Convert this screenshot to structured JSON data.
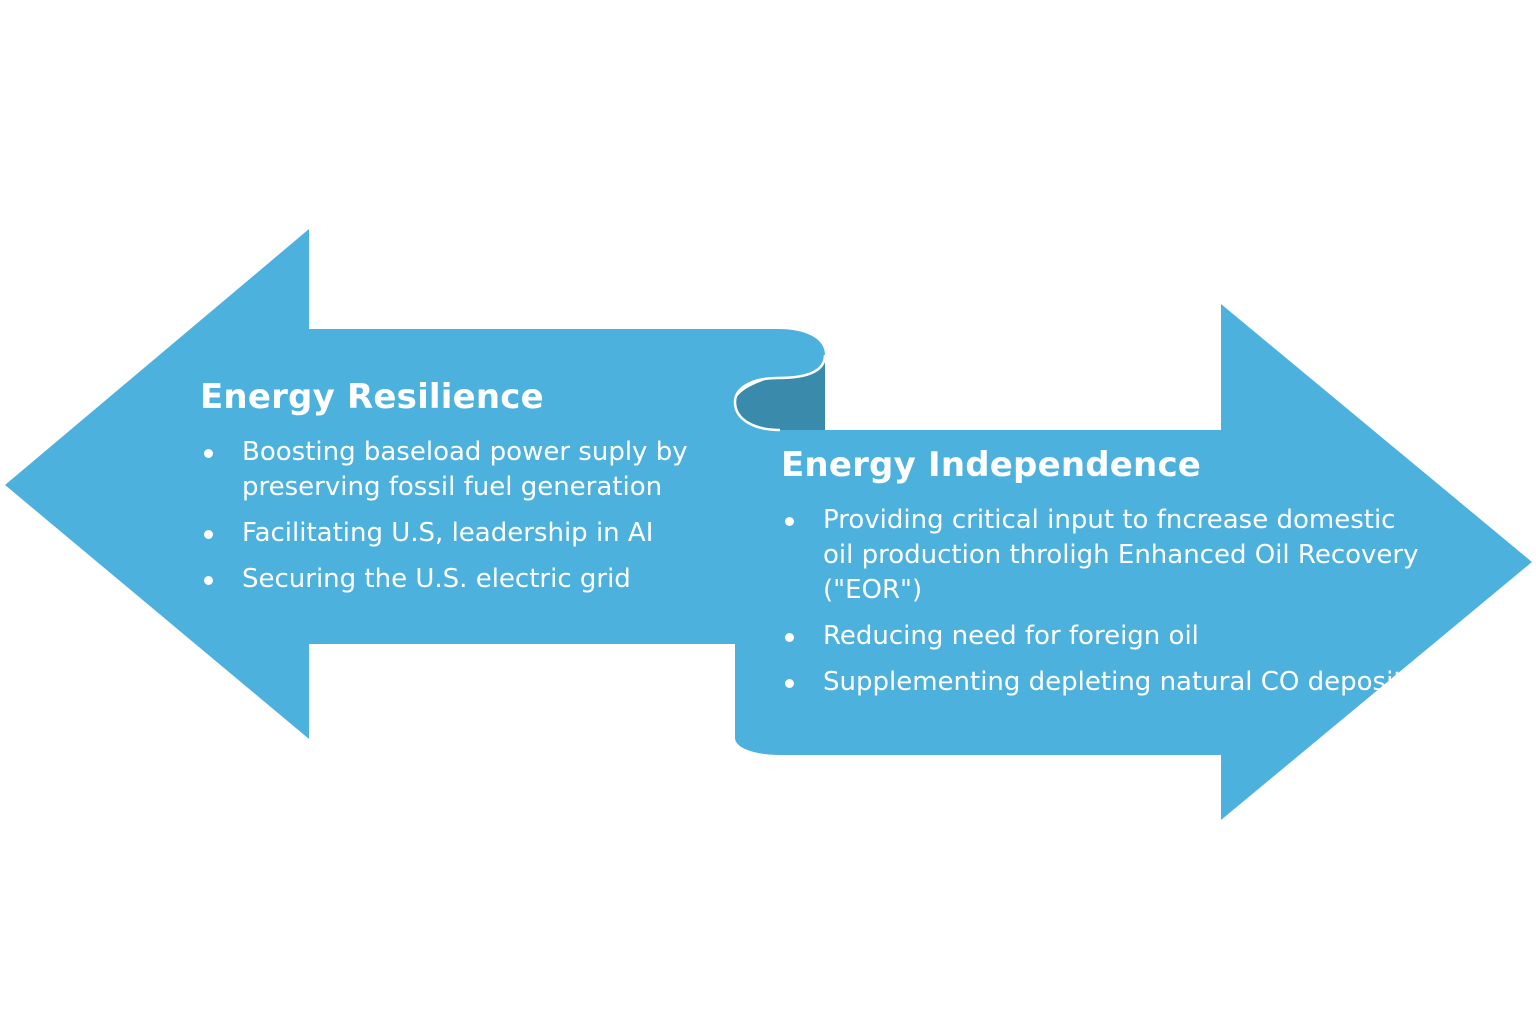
{
  "colors": {
    "arrow_fill": "#4db1de",
    "fold_shadow": "#3a8aab",
    "outline": "#ffffff",
    "text": "#ffffff"
  },
  "resilience": {
    "title": "Energy Resilience",
    "bullets": [
      "Boosting baseload power suply by preserving fossil fuel generation",
      "Facilitating U.S, leadership in AI",
      "Securing the U.S. electric grid"
    ]
  },
  "independence": {
    "title": "Energy Independence",
    "bullets": [
      "Providing critical input to fncrease domestic oil production throligh Enhanced Oil Recovery (\"EOR\")",
      "Reducing need for foreign oil",
      "Supplementing depleting natural CO deposits"
    ]
  }
}
